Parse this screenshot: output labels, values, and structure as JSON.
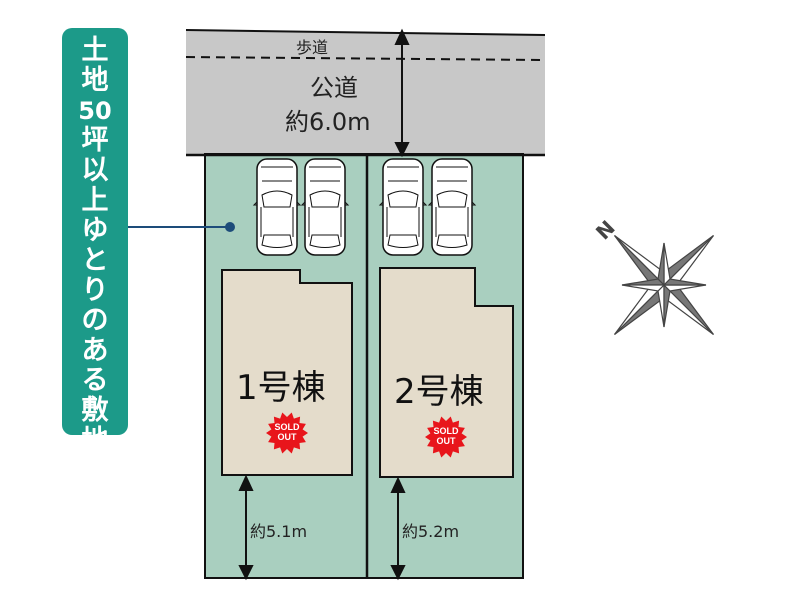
{
  "badge": {
    "lines": [
      "土",
      "地",
      "50",
      "坪",
      "以",
      "上",
      "ゆ",
      "と",
      "り",
      "の",
      "あ",
      "る",
      "敷",
      "地"
    ]
  },
  "road": {
    "sidewalk": "歩道",
    "name": "公道",
    "width": "約6.0m"
  },
  "lots": [
    {
      "label": "1号棟",
      "status": "SOLD OUT",
      "setback": "約5.1m"
    },
    {
      "label": "2号棟",
      "status": "SOLD OUT",
      "setback": "約5.2m"
    }
  ],
  "sold_badge": {
    "line1": "SOLD",
    "line2": "OUT"
  },
  "compass": {
    "north": "N"
  },
  "colors": {
    "lot": "#a9cfbf",
    "building": "#e4dccb",
    "road": "#c8c8c8",
    "badge": "#1c9a89",
    "sold": "#e8151b"
  }
}
